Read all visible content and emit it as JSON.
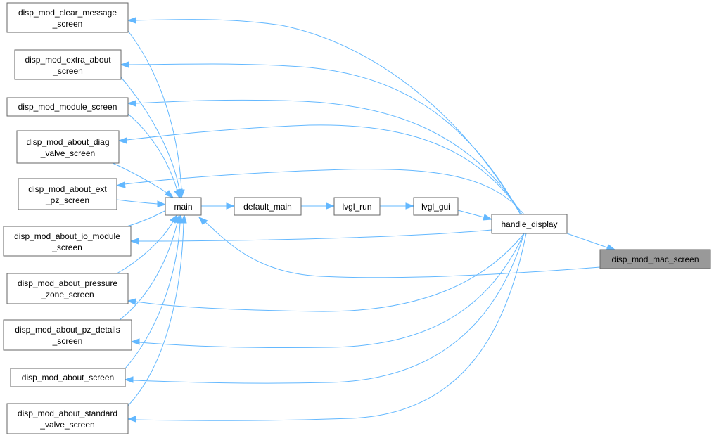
{
  "graph": {
    "colors": {
      "node_fill": "#ffffff",
      "node_border": "#666666",
      "highlight_fill": "#999999",
      "edge": "#63b8ff"
    },
    "nodes": {
      "clear_message": [
        "disp_mod_clear_message",
        "_screen"
      ],
      "extra_about": [
        "disp_mod_extra_about",
        "_screen"
      ],
      "module_screen": [
        "disp_mod_module_screen"
      ],
      "about_diag": [
        "disp_mod_about_diag",
        "_valve_screen"
      ],
      "about_ext": [
        "disp_mod_about_ext",
        "_pz_screen"
      ],
      "about_io": [
        "disp_mod_about_io_module",
        "_screen"
      ],
      "about_pressure": [
        "disp_mod_about_pressure",
        "_zone_screen"
      ],
      "about_pz_details": [
        "disp_mod_about_pz_details",
        "_screen"
      ],
      "about_screen": [
        "disp_mod_about_screen"
      ],
      "about_standard": [
        "disp_mod_about_standard",
        "_valve_screen"
      ],
      "main": [
        "main"
      ],
      "default_main": [
        "default_main"
      ],
      "lvgl_run": [
        "lvgl_run"
      ],
      "lvgl_gui": [
        "lvgl_gui"
      ],
      "handle_display": [
        "handle_display"
      ],
      "mac_screen": [
        "disp_mod_mac_screen"
      ]
    },
    "edges": [
      [
        "main",
        "default_main"
      ],
      [
        "default_main",
        "lvgl_run"
      ],
      [
        "lvgl_run",
        "lvgl_gui"
      ],
      [
        "lvgl_gui",
        "handle_display"
      ],
      [
        "handle_display",
        "mac_screen"
      ],
      [
        "mac_screen",
        "main"
      ],
      [
        "handle_display",
        "clear_message"
      ],
      [
        "handle_display",
        "extra_about"
      ],
      [
        "handle_display",
        "module_screen"
      ],
      [
        "handle_display",
        "about_diag"
      ],
      [
        "handle_display",
        "about_ext"
      ],
      [
        "handle_display",
        "about_io"
      ],
      [
        "handle_display",
        "about_pressure"
      ],
      [
        "handle_display",
        "about_pz_details"
      ],
      [
        "handle_display",
        "about_screen"
      ],
      [
        "handle_display",
        "about_standard"
      ],
      [
        "clear_message",
        "main"
      ],
      [
        "extra_about",
        "main"
      ],
      [
        "module_screen",
        "main"
      ],
      [
        "about_diag",
        "main"
      ],
      [
        "about_ext",
        "main"
      ],
      [
        "about_io",
        "main"
      ],
      [
        "about_pressure",
        "main"
      ],
      [
        "about_pz_details",
        "main"
      ],
      [
        "about_screen",
        "main"
      ],
      [
        "about_standard",
        "main"
      ]
    ]
  }
}
